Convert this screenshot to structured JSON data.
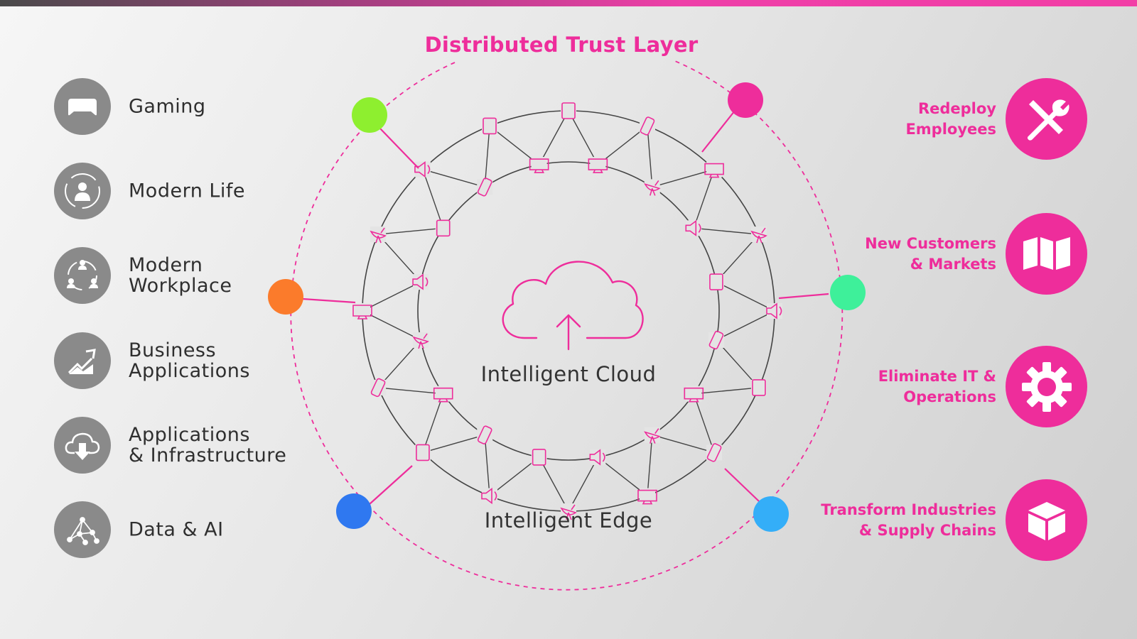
{
  "title": "Distributed Trust Layer",
  "center": {
    "cloud_label": "Intelligent Cloud",
    "edge_label": "Intelligent Edge"
  },
  "left_items": [
    {
      "label": "Gaming",
      "icon": "gamepad-icon"
    },
    {
      "label": "Modern Life",
      "icon": "person-icon"
    },
    {
      "label": "Modern\nWorkplace",
      "icon": "team-icon"
    },
    {
      "label": "Business\nApplications",
      "icon": "growth-chart-icon"
    },
    {
      "label": "Applications\n& Infrastructure",
      "icon": "cloud-download-icon"
    },
    {
      "label": "Data & AI",
      "icon": "network-graph-icon"
    }
  ],
  "right_items": [
    {
      "label": "Redeploy\nEmployees",
      "icon": "tools-icon"
    },
    {
      "label": "New Customers\n& Markets",
      "icon": "map-icon"
    },
    {
      "label": "Eliminate IT &\nOperations",
      "icon": "gear-icon"
    },
    {
      "label": "Transform Industries\n& Supply Chains",
      "icon": "cube-icon"
    }
  ],
  "nodes": [
    {
      "color": "#8eef2f"
    },
    {
      "color": "#ee2d9b"
    },
    {
      "color": "#fb7b2b"
    },
    {
      "color": "#3ef09a"
    },
    {
      "color": "#2f78f0"
    },
    {
      "color": "#34aef8"
    }
  ],
  "colors": {
    "accent": "#ee2d9b",
    "icon_circle": "#8a8a8a",
    "text": "#2f2f2f"
  }
}
